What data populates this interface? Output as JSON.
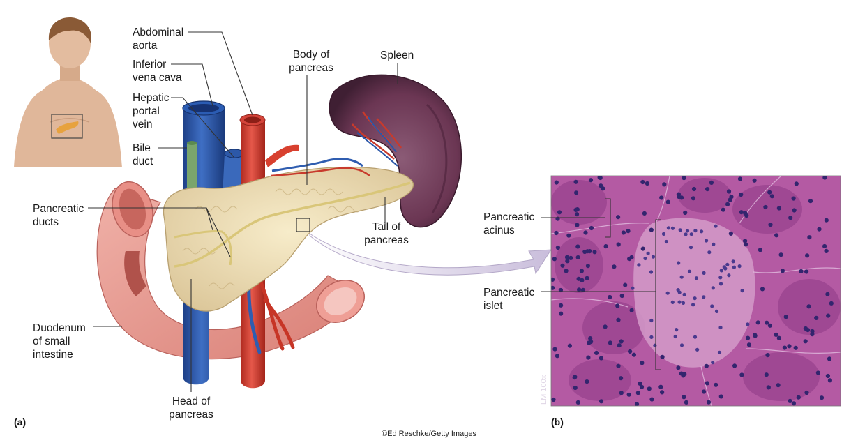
{
  "panels": {
    "a": "(a)",
    "b": "(b)"
  },
  "labels": {
    "abdominal_aorta": "Abdominal\naorta",
    "inferior_vena_cava": "Inferior\nvena cava",
    "hepatic_portal_vein": "Hepatic\nportal\nvein",
    "bile_duct": "Bile\nduct",
    "pancreatic_ducts": "Pancreatic\nducts",
    "duodenum": "Duodenum\nof small\nintestine",
    "head_of_pancreas": "Head of\npancreas",
    "body_of_pancreas": "Body of\npancreas",
    "spleen": "Spleen",
    "tail_of_pancreas": "Tail of\npancreas",
    "pancreatic_acinus": "Pancreatic\nacinus",
    "pancreatic_islet": "Pancreatic\nislet"
  },
  "micrograph_scale": "LM 100x",
  "credit": "©Ed Reschke/Getty Images",
  "colors": {
    "pancreas": "#efe2b8",
    "artery": "#d8402f",
    "vein": "#2d5aa8",
    "duodenum": "#e79a92",
    "spleen": "#6e3a55",
    "tissue": "#a94c98",
    "arrow": "#d3c8e2"
  }
}
